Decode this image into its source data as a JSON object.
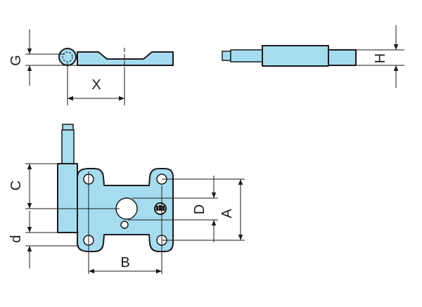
{
  "labels": {
    "G": "G",
    "X": "X",
    "H": "H",
    "C": "C",
    "d": "d",
    "B": "B",
    "D": "D",
    "A": "A"
  },
  "colors": {
    "part_fill": "#a6dcf0",
    "outline": "#1a1a1a",
    "background": "#ffffff"
  }
}
